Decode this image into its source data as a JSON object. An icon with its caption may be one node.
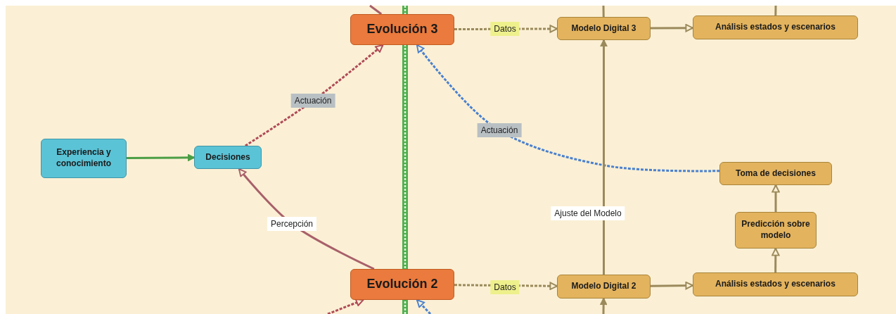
{
  "diagram": {
    "nodes": [
      {
        "text": [
          "Experiencia y conocimiento"
        ]
      },
      {
        "text": [
          "Decisiones"
        ]
      },
      {
        "text": [
          "Evolución 3"
        ]
      },
      {
        "text": [
          "Modelo Digital 3"
        ]
      },
      {
        "text": [
          "Análisis estados y escenarios"
        ]
      },
      {
        "text": [
          "Toma de decisiones"
        ]
      },
      {
        "text": [
          "Predicción sobre modelo"
        ]
      },
      {
        "text": [
          "Evolución 2"
        ]
      },
      {
        "text": [
          "Modelo Digital 2"
        ]
      },
      {
        "text": [
          "Análisis estados y escenarios"
        ]
      }
    ],
    "edges": [
      {
        "from": 0,
        "to": 1,
        "arrow": "to",
        "color": "#4c9e45"
      },
      {
        "from": 1,
        "to": 2,
        "arrow": "to",
        "label": "Actuación",
        "style": "dashed",
        "color": "#b04a57"
      },
      {
        "from": 7,
        "to": 1,
        "arrow": "to",
        "label": "Percepción",
        "color": "#a8606a"
      },
      {
        "from": 2,
        "to": 3,
        "arrow": "to",
        "label": "Datos",
        "style": "dashed"
      },
      {
        "from": 3,
        "to": 4,
        "arrow": "to"
      },
      {
        "from": 5,
        "to": 2,
        "arrow": "to",
        "label": "Actuación",
        "style": "dashed",
        "color": "#4a80cf"
      },
      {
        "from": 9,
        "to": 6,
        "arrow": "to"
      },
      {
        "from": 6,
        "to": 5,
        "arrow": "to"
      },
      {
        "from": 8,
        "to": 3,
        "arrow": "to",
        "label": "Ajuste del Modelo"
      },
      {
        "from": 7,
        "to": 8,
        "arrow": "to",
        "label": "Datos",
        "style": "dashed"
      },
      {
        "from": 8,
        "to": 9,
        "arrow": "to"
      },
      {
        "from": null,
        "to": 2,
        "arrow": "none",
        "color": "#a8606a"
      },
      {
        "from": 3,
        "to": null,
        "arrow": "none"
      },
      {
        "from": 4,
        "to": null,
        "arrow": "none"
      },
      {
        "from": null,
        "to": 7,
        "arrow": "to",
        "style": "dashed",
        "color": "#b04a57"
      },
      {
        "from": null,
        "to": 7,
        "arrow": "to",
        "style": "dashed",
        "color": "#4a80cf"
      },
      {
        "from": null,
        "to": 8,
        "arrow": "to"
      }
    ]
  }
}
